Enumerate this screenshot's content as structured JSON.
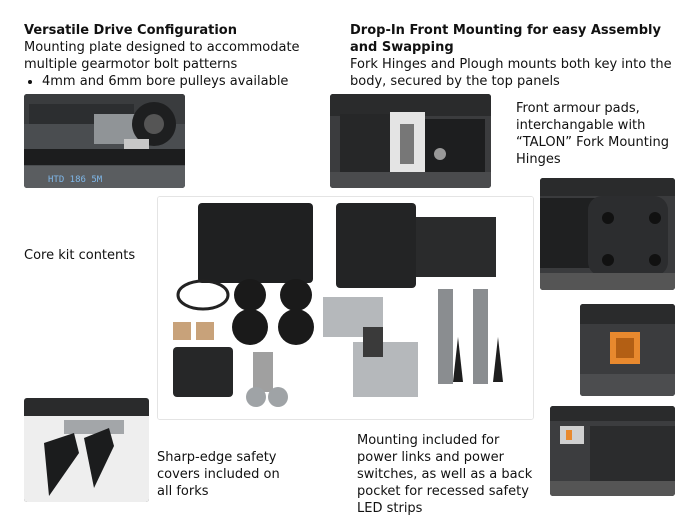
{
  "left_section": {
    "title": "Versatile Drive Configuration",
    "body": "Mounting plate designed to accommodate multiple gearmotor bolt patterns",
    "bullet": "4mm and 6mm bore pulleys available"
  },
  "right_section": {
    "title": "Drop-In Front Mounting for easy Assembly and Swapping",
    "body": "Fork Hinges and Plough mounts both key into the body, secured by the top panels"
  },
  "armour_caption": "Front armour pads, interchangable with “TALON” Fork Mounting Hinges",
  "kit_caption": "Core kit contents",
  "safety_caption": "Sharp-edge safety covers included on all forks",
  "mounting_caption": "Mounting included for power links and power switches, as well as a back pocket for recessed safety LED strips",
  "photo_labels": {
    "drive_label": "HTD 186 5M"
  }
}
